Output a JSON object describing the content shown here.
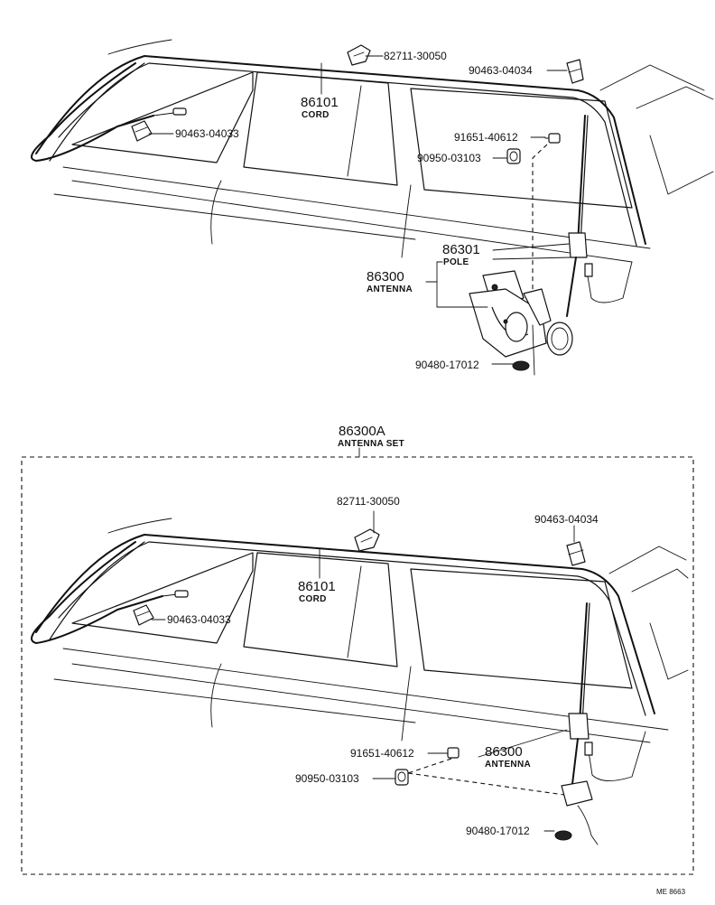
{
  "top_view": {
    "clip_a": "82711-30050",
    "clip_b": "90463-04034",
    "clip_c": "90463-04033",
    "cord_number": "86101",
    "cord_label": "CORD",
    "nut": "91651-40612",
    "bushing": "90950-03103",
    "pole_number": "86301",
    "pole_label": "POLE",
    "antenna_number": "86300",
    "antenna_label": "ANTENNA",
    "grommet": "90480-17012"
  },
  "set_header": {
    "number": "86300A",
    "label": "ANTENNA SET"
  },
  "bottom_view": {
    "clip_a": "82711-30050",
    "clip_b": "90463-04034",
    "clip_c": "90463-04033",
    "cord_number": "86101",
    "cord_label": "CORD",
    "nut": "91651-40612",
    "bushing": "90950-03103",
    "antenna_number": "86300",
    "antenna_label": "ANTENNA",
    "grommet": "90480-17012"
  },
  "reference_code": "ME 8663"
}
